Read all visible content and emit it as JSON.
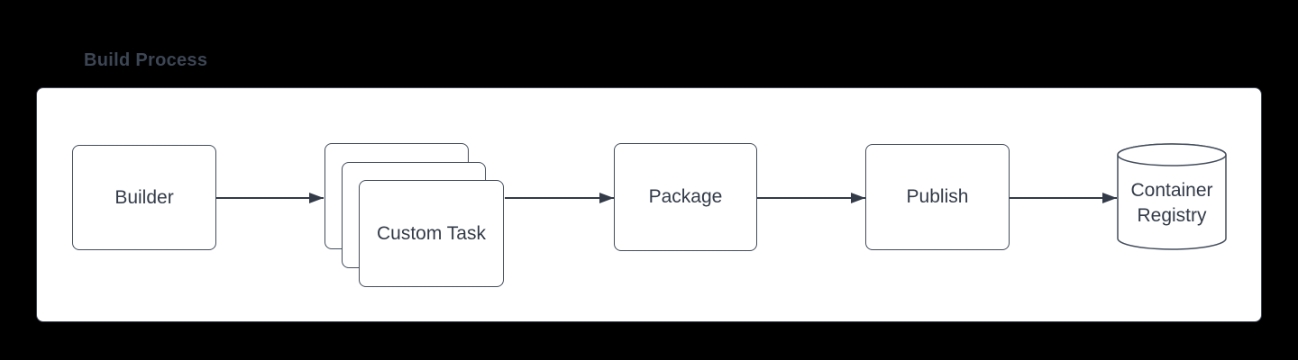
{
  "title": {
    "text": "Build Process"
  },
  "colors": {
    "page_background": "#000000",
    "canvas_fill": "#ffffff",
    "canvas_border": "#3e4656",
    "shape_fill": "#ffffff",
    "shape_border": "#434d5c",
    "label_text": "#333b49",
    "connector": "#333b49",
    "title_text": "#3d4654"
  },
  "diagram": {
    "type": "flowchart",
    "nodes": [
      {
        "id": "builder",
        "label": "Builder",
        "shape": "rounded-rectangle"
      },
      {
        "id": "custom-task",
        "label": "Custom Task",
        "shape": "stacked-rounded-rectangles",
        "stack_count": 3
      },
      {
        "id": "package",
        "label": "Package",
        "shape": "rounded-rectangle"
      },
      {
        "id": "publish",
        "label": "Publish",
        "shape": "rounded-rectangle"
      },
      {
        "id": "container-registry",
        "label": "Container Registry",
        "shape": "cylinder"
      }
    ],
    "edges": [
      {
        "from": "builder",
        "to": "custom-task"
      },
      {
        "from": "custom-task",
        "to": "package"
      },
      {
        "from": "package",
        "to": "publish"
      },
      {
        "from": "publish",
        "to": "container-registry"
      }
    ]
  }
}
